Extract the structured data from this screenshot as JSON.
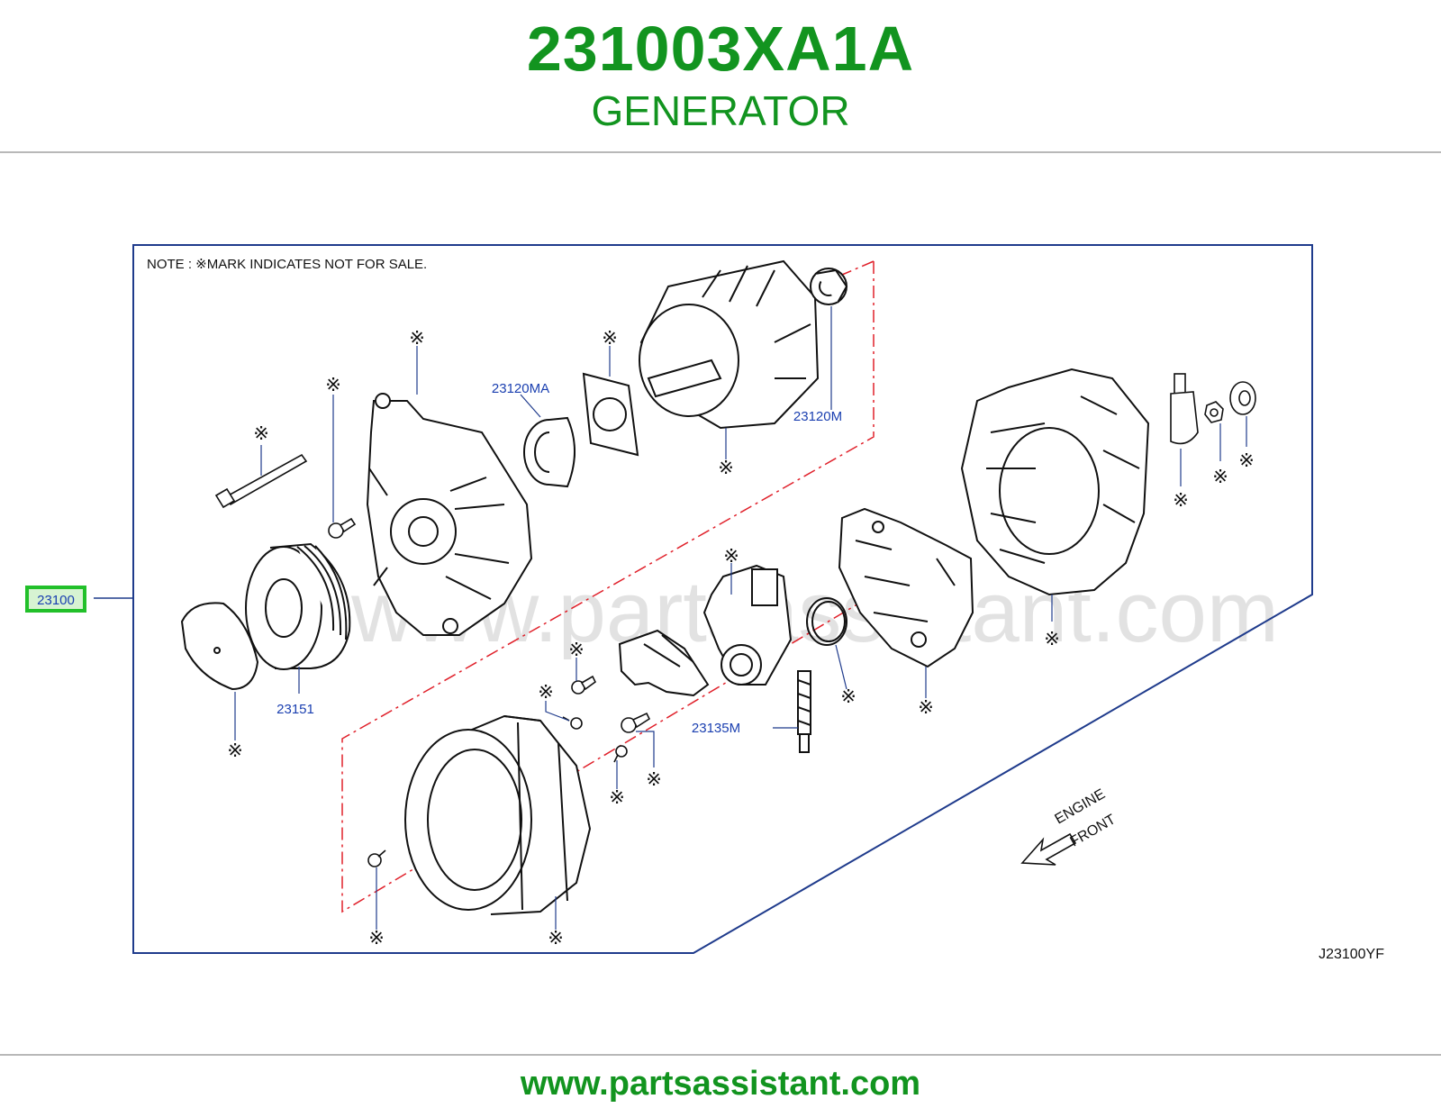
{
  "header": {
    "part_number": "231003XA1A",
    "part_name": "GENERATOR"
  },
  "diagram": {
    "note": "NOTE : ※MARK   INDICATES   NOT   FOR   SALE.",
    "assembly_callout": "23100",
    "not_for_sale_mark": "※",
    "callouts": {
      "c23120MA": "23120MA",
      "c23120M": "23120M",
      "c23151": "23151",
      "c23135M": "23135M"
    },
    "engine_front": [
      "ENGINE",
      "FRONT"
    ],
    "watermark": "www.partsassistant.com",
    "drawing_code": "J23100YF",
    "colors": {
      "brand_green": "#12941f",
      "frame_blue": "#1f3b8c",
      "callout_blue": "#1a3fb0",
      "dash_red": "#e0202a",
      "highlight_green": "#22c02a"
    }
  },
  "footer": {
    "url": "www.partsassistant.com"
  }
}
